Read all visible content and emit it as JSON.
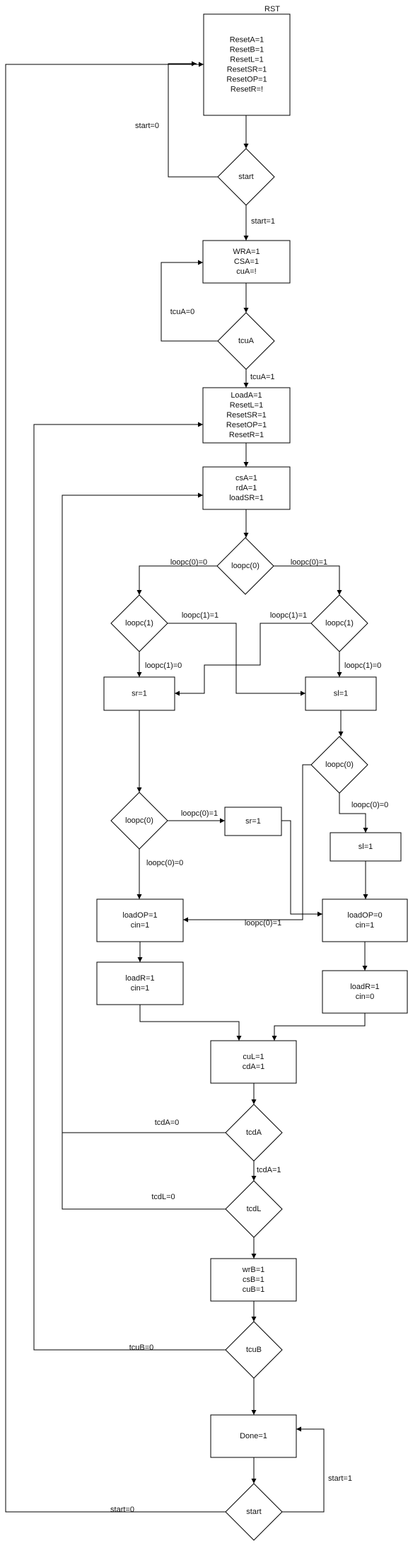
{
  "nodes": [
    {
      "id": "rst",
      "type": "rect",
      "lines": [
        "ResetA=1",
        "ResetB=1",
        "ResetL=1",
        "ResetSR=1",
        "ResetOP=1",
        "ResetR=!"
      ]
    },
    {
      "id": "start1",
      "type": "diamond",
      "lines": [
        "start"
      ]
    },
    {
      "id": "wra",
      "type": "rect",
      "lines": [
        "WRA=1",
        "CSA=1",
        "cuA=!"
      ]
    },
    {
      "id": "tcua",
      "type": "diamond",
      "lines": [
        "tcuA"
      ]
    },
    {
      "id": "loada",
      "type": "rect",
      "lines": [
        "LoadA=1",
        "ResetL=1",
        "ResetSR=1",
        "ResetOP=1",
        "ResetR=1"
      ]
    },
    {
      "id": "csa",
      "type": "rect",
      "lines": [
        "csA=1",
        "rdA=1",
        "loadSR=1"
      ]
    },
    {
      "id": "loopc0a",
      "type": "diamond",
      "lines": [
        "loopc(0)"
      ]
    },
    {
      "id": "loopc1l",
      "type": "diamond",
      "lines": [
        "loopc(1)"
      ]
    },
    {
      "id": "loopc1r",
      "type": "diamond",
      "lines": [
        "loopc(1)"
      ]
    },
    {
      "id": "sr1",
      "type": "rect",
      "lines": [
        "sr=1"
      ]
    },
    {
      "id": "sl1",
      "type": "rect",
      "lines": [
        "sl=1"
      ]
    },
    {
      "id": "loopc0r",
      "type": "diamond",
      "lines": [
        "loopc(0)"
      ]
    },
    {
      "id": "loopc0l",
      "type": "diamond",
      "lines": [
        "loopc(0)"
      ]
    },
    {
      "id": "sr2",
      "type": "rect",
      "lines": [
        "sr=1"
      ]
    },
    {
      "id": "sl2",
      "type": "rect",
      "lines": [
        "sl=1"
      ]
    },
    {
      "id": "loadopl",
      "type": "rect",
      "lines": [
        "loadOP=1",
        "cin=1"
      ]
    },
    {
      "id": "loadopr",
      "type": "rect",
      "lines": [
        "loadOP=0",
        "cin=1"
      ]
    },
    {
      "id": "loadrl",
      "type": "rect",
      "lines": [
        "loadR=1",
        "cin=1"
      ]
    },
    {
      "id": "loadrr",
      "type": "rect",
      "lines": [
        "loadR=1",
        "cin=0"
      ]
    },
    {
      "id": "cul",
      "type": "rect",
      "lines": [
        "cuL=1",
        "cdA=1"
      ]
    },
    {
      "id": "tcda",
      "type": "diamond",
      "lines": [
        "tcdA"
      ]
    },
    {
      "id": "tcdl",
      "type": "diamond",
      "lines": [
        "tcdL"
      ]
    },
    {
      "id": "wrb",
      "type": "rect",
      "lines": [
        "wrB=1",
        "csB=1",
        "cuB=1"
      ]
    },
    {
      "id": "tcub",
      "type": "diamond",
      "lines": [
        "tcuB"
      ]
    },
    {
      "id": "done",
      "type": "rect",
      "lines": [
        "Done=1"
      ]
    },
    {
      "id": "start2",
      "type": "diamond",
      "lines": [
        "start"
      ]
    }
  ],
  "labels": [
    {
      "id": "rst",
      "text": "RST"
    },
    {
      "id": "start0a",
      "text": "start=0"
    },
    {
      "id": "start1a",
      "text": "start=1"
    },
    {
      "id": "tcua0",
      "text": "tcuA=0"
    },
    {
      "id": "tcua1",
      "text": "tcuA=1"
    },
    {
      "id": "lc00a",
      "text": "loopc(0)=0"
    },
    {
      "id": "lc01a",
      "text": "loopc(0)=1"
    },
    {
      "id": "lc11l",
      "text": "loopc(1)=1"
    },
    {
      "id": "lc11r",
      "text": "loopc(1)=1"
    },
    {
      "id": "lc10l",
      "text": "loopc(1)=0"
    },
    {
      "id": "lc10r",
      "text": "loopc(1)=0"
    },
    {
      "id": "lc01l",
      "text": "loopc(0)=1"
    },
    {
      "id": "lc00l",
      "text": "loopc(0)=0"
    },
    {
      "id": "lc00r",
      "text": "loopc(0)=0"
    },
    {
      "id": "lc01r",
      "text": "loopc(0)=1"
    },
    {
      "id": "tcda0",
      "text": "tcdA=0"
    },
    {
      "id": "tcda1",
      "text": "tcdA=1"
    },
    {
      "id": "tcdl0",
      "text": "tcdL=0"
    },
    {
      "id": "tcub0",
      "text": "tcuB=0"
    },
    {
      "id": "start1b",
      "text": "start=1"
    },
    {
      "id": "start0b",
      "text": "start=0"
    }
  ]
}
